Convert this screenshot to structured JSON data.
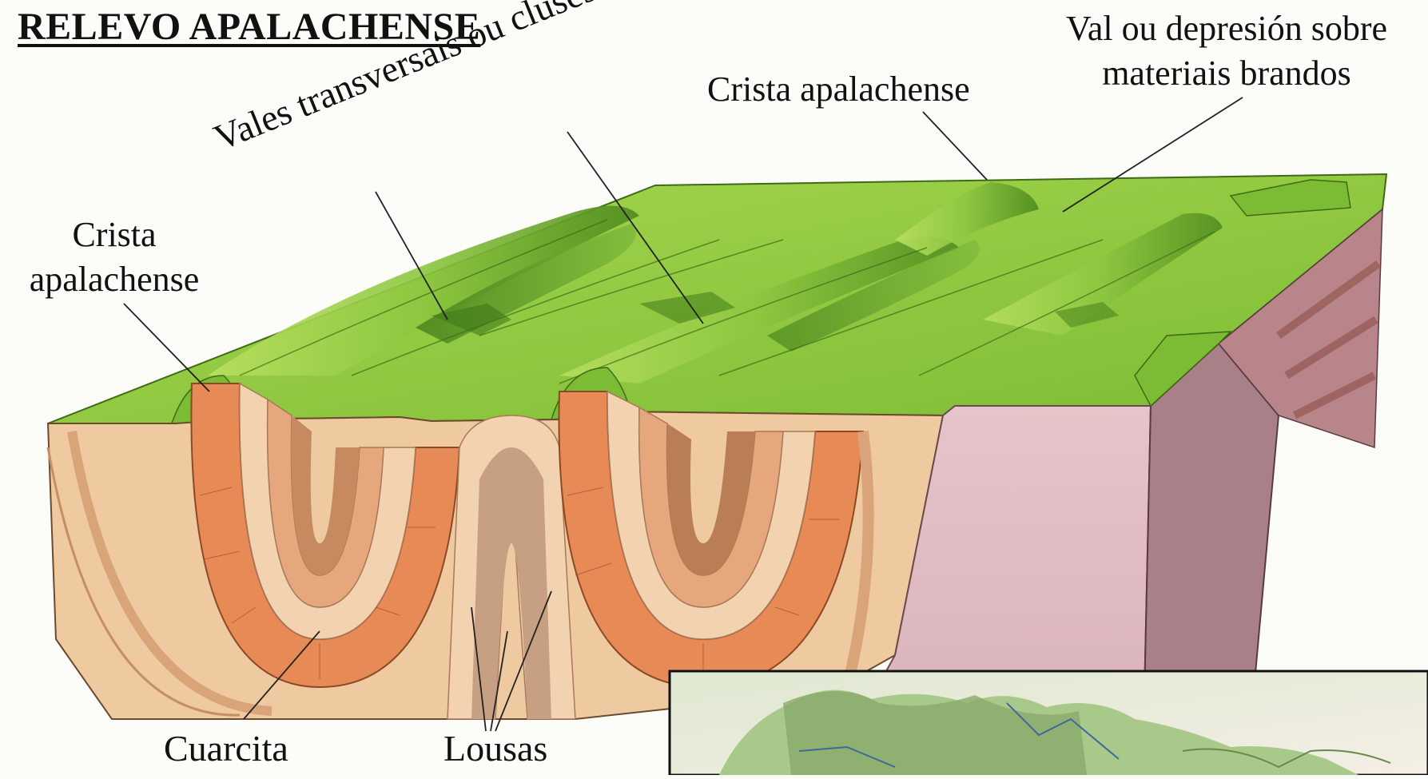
{
  "title": "RELEVO APALACHENSE",
  "labels": {
    "crista_left_line1": "Crista",
    "crista_left_line2": "apalachense",
    "vales": "Vales transversais ou cluses",
    "crista_top": "Crista apalachense",
    "val_line1": "Val ou depresión sobre",
    "val_line2": "materiais brandos",
    "cuarcita": "Cuarcita",
    "lousas": "Lousas"
  },
  "colors": {
    "surface_green": "#8cc63f",
    "dark_green": "#4e8a1e",
    "hard_layer_orange": "#e88a55",
    "soft_layer_tan": "#efc9a0",
    "side_pink": "#d9b3bb",
    "side_mauve": "#a98088"
  }
}
